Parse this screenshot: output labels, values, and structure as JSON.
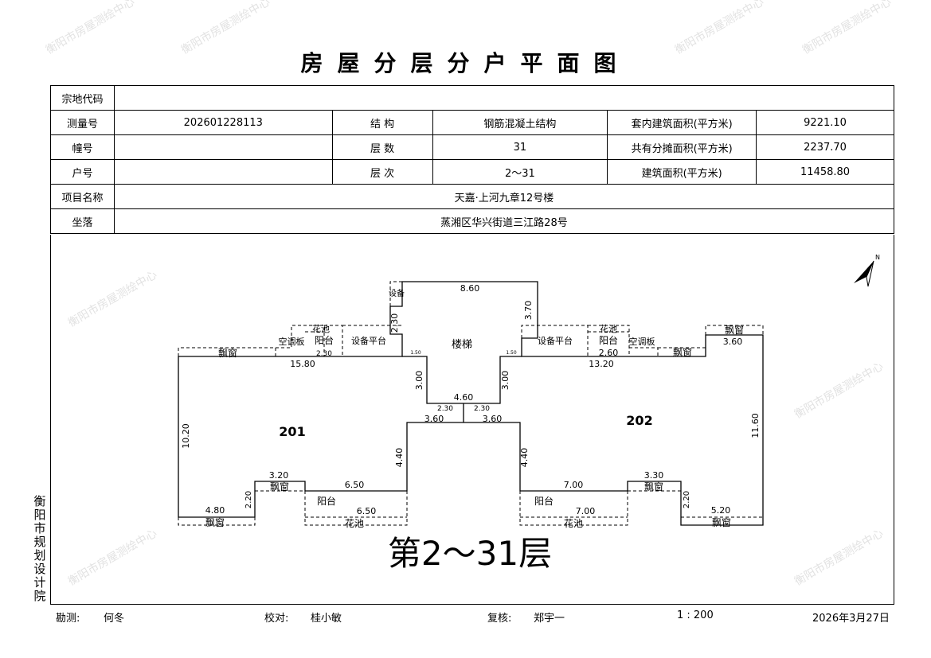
{
  "title": "房屋分层分户平面图",
  "watermark": "衡阳市房屋测绘中心",
  "info": {
    "parcel_code_label": "宗地代码",
    "parcel_code": "",
    "survey_no_label": "测量号",
    "survey_no": "202601228113",
    "structure_label": "结 构",
    "structure": "钢筋混凝土结构",
    "inner_area_label": "套内建筑面积(平方米)",
    "inner_area": "9221.10",
    "building_no_label": "幢号",
    "building_no": "",
    "floors_label": "层 数",
    "floors": "31",
    "shared_area_label": "共有分摊面积(平方米)",
    "shared_area": "2237.70",
    "unit_no_label": "户号",
    "unit_no": "",
    "floor_range_label": "层 次",
    "floor_range": "2～31",
    "total_area_label": "建筑面积(平方米)",
    "total_area": "11458.80",
    "project_label": "项目名称",
    "project": "天嘉·上河九章12号楼",
    "location_label": "坐落",
    "location": "蒸湘区华兴街道三江路28号"
  },
  "plan": {
    "floor_caption": "第2～31层",
    "unit_left": "201",
    "unit_right": "202",
    "labels": {
      "stairs": "楼梯",
      "equipment_platform": "设备平台",
      "balcony": "阳台",
      "planter": "花池",
      "bay_window": "飘窗",
      "ac_board": "空调板",
      "equipment": "设备"
    },
    "dims": {
      "top": "8.60",
      "d370": "3.70",
      "d230": "2.30",
      "d1580": "15.80",
      "d1320": "13.20",
      "d300": "3.00",
      "d460": "4.60",
      "d360": "3.60",
      "d230b": "2.30",
      "d1020": "10.20",
      "d1160": "11.60",
      "d440": "4.40",
      "d320": "3.20",
      "d220": "2.20",
      "d650": "6.50",
      "d480": "4.80",
      "d700": "7.00",
      "d330": "3.30",
      "d520": "5.20",
      "d260": "2.60",
      "d360b": "3.60",
      "d150": "1.50"
    }
  },
  "side_text": "衡阳市规划设计院",
  "footer": {
    "surveyor_label": "勘测:",
    "surveyor": "何冬",
    "checker_label": "校对:",
    "checker": "桂小敏",
    "reviewer_label": "复核:",
    "reviewer": "郑宇一",
    "scale": "1 : 200",
    "date": "2026年3月27日"
  }
}
